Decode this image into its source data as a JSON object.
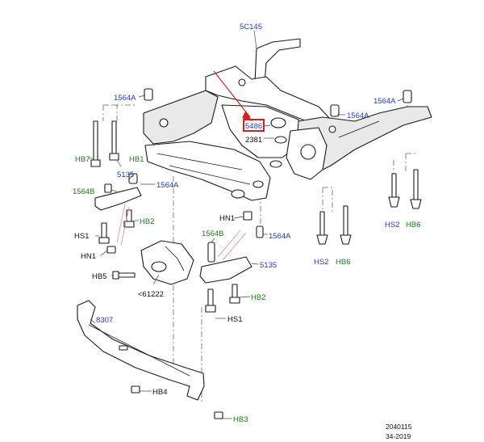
{
  "callouts": {
    "c_5c145": "5C145",
    "c_1564a_left": "1564A",
    "c_1564a_right_top": "1564A",
    "c_1564a_right_mid": "1564A",
    "c_1564a_mid": "1564A",
    "c_1564a_center": "1564A",
    "c_5486": "5486",
    "c_2381": "2381",
    "c_hb7": "HB7",
    "c_hb1": "HB1",
    "c_5135_left": "5135",
    "c_1564b_left": "1564B",
    "c_hb2_left": "HB2",
    "c_hs1_left": "HS1",
    "c_hn1_left": "HN1",
    "c_hb5": "HB5",
    "c_61222": "<61222",
    "c_hn1_center": "HN1",
    "c_1564b_center": "1564B",
    "c_5135_center": "5135",
    "c_hb2_center": "HB2",
    "c_hs1_center": "HS1",
    "c_8307": "8307",
    "c_hb4": "HB4",
    "c_hb3": "HB3",
    "c_hs2_right": "HS2",
    "c_hb6_right": "HB6",
    "c_hs2_mid": "HS2",
    "c_hb6_mid": "HB6"
  },
  "footer": {
    "ref_code": "2040115",
    "ref_date": "34-2019"
  },
  "colors": {
    "label_blue": "#1f3fbf",
    "label_green": "#1e7a1e",
    "highlight_red": "#d42020"
  }
}
